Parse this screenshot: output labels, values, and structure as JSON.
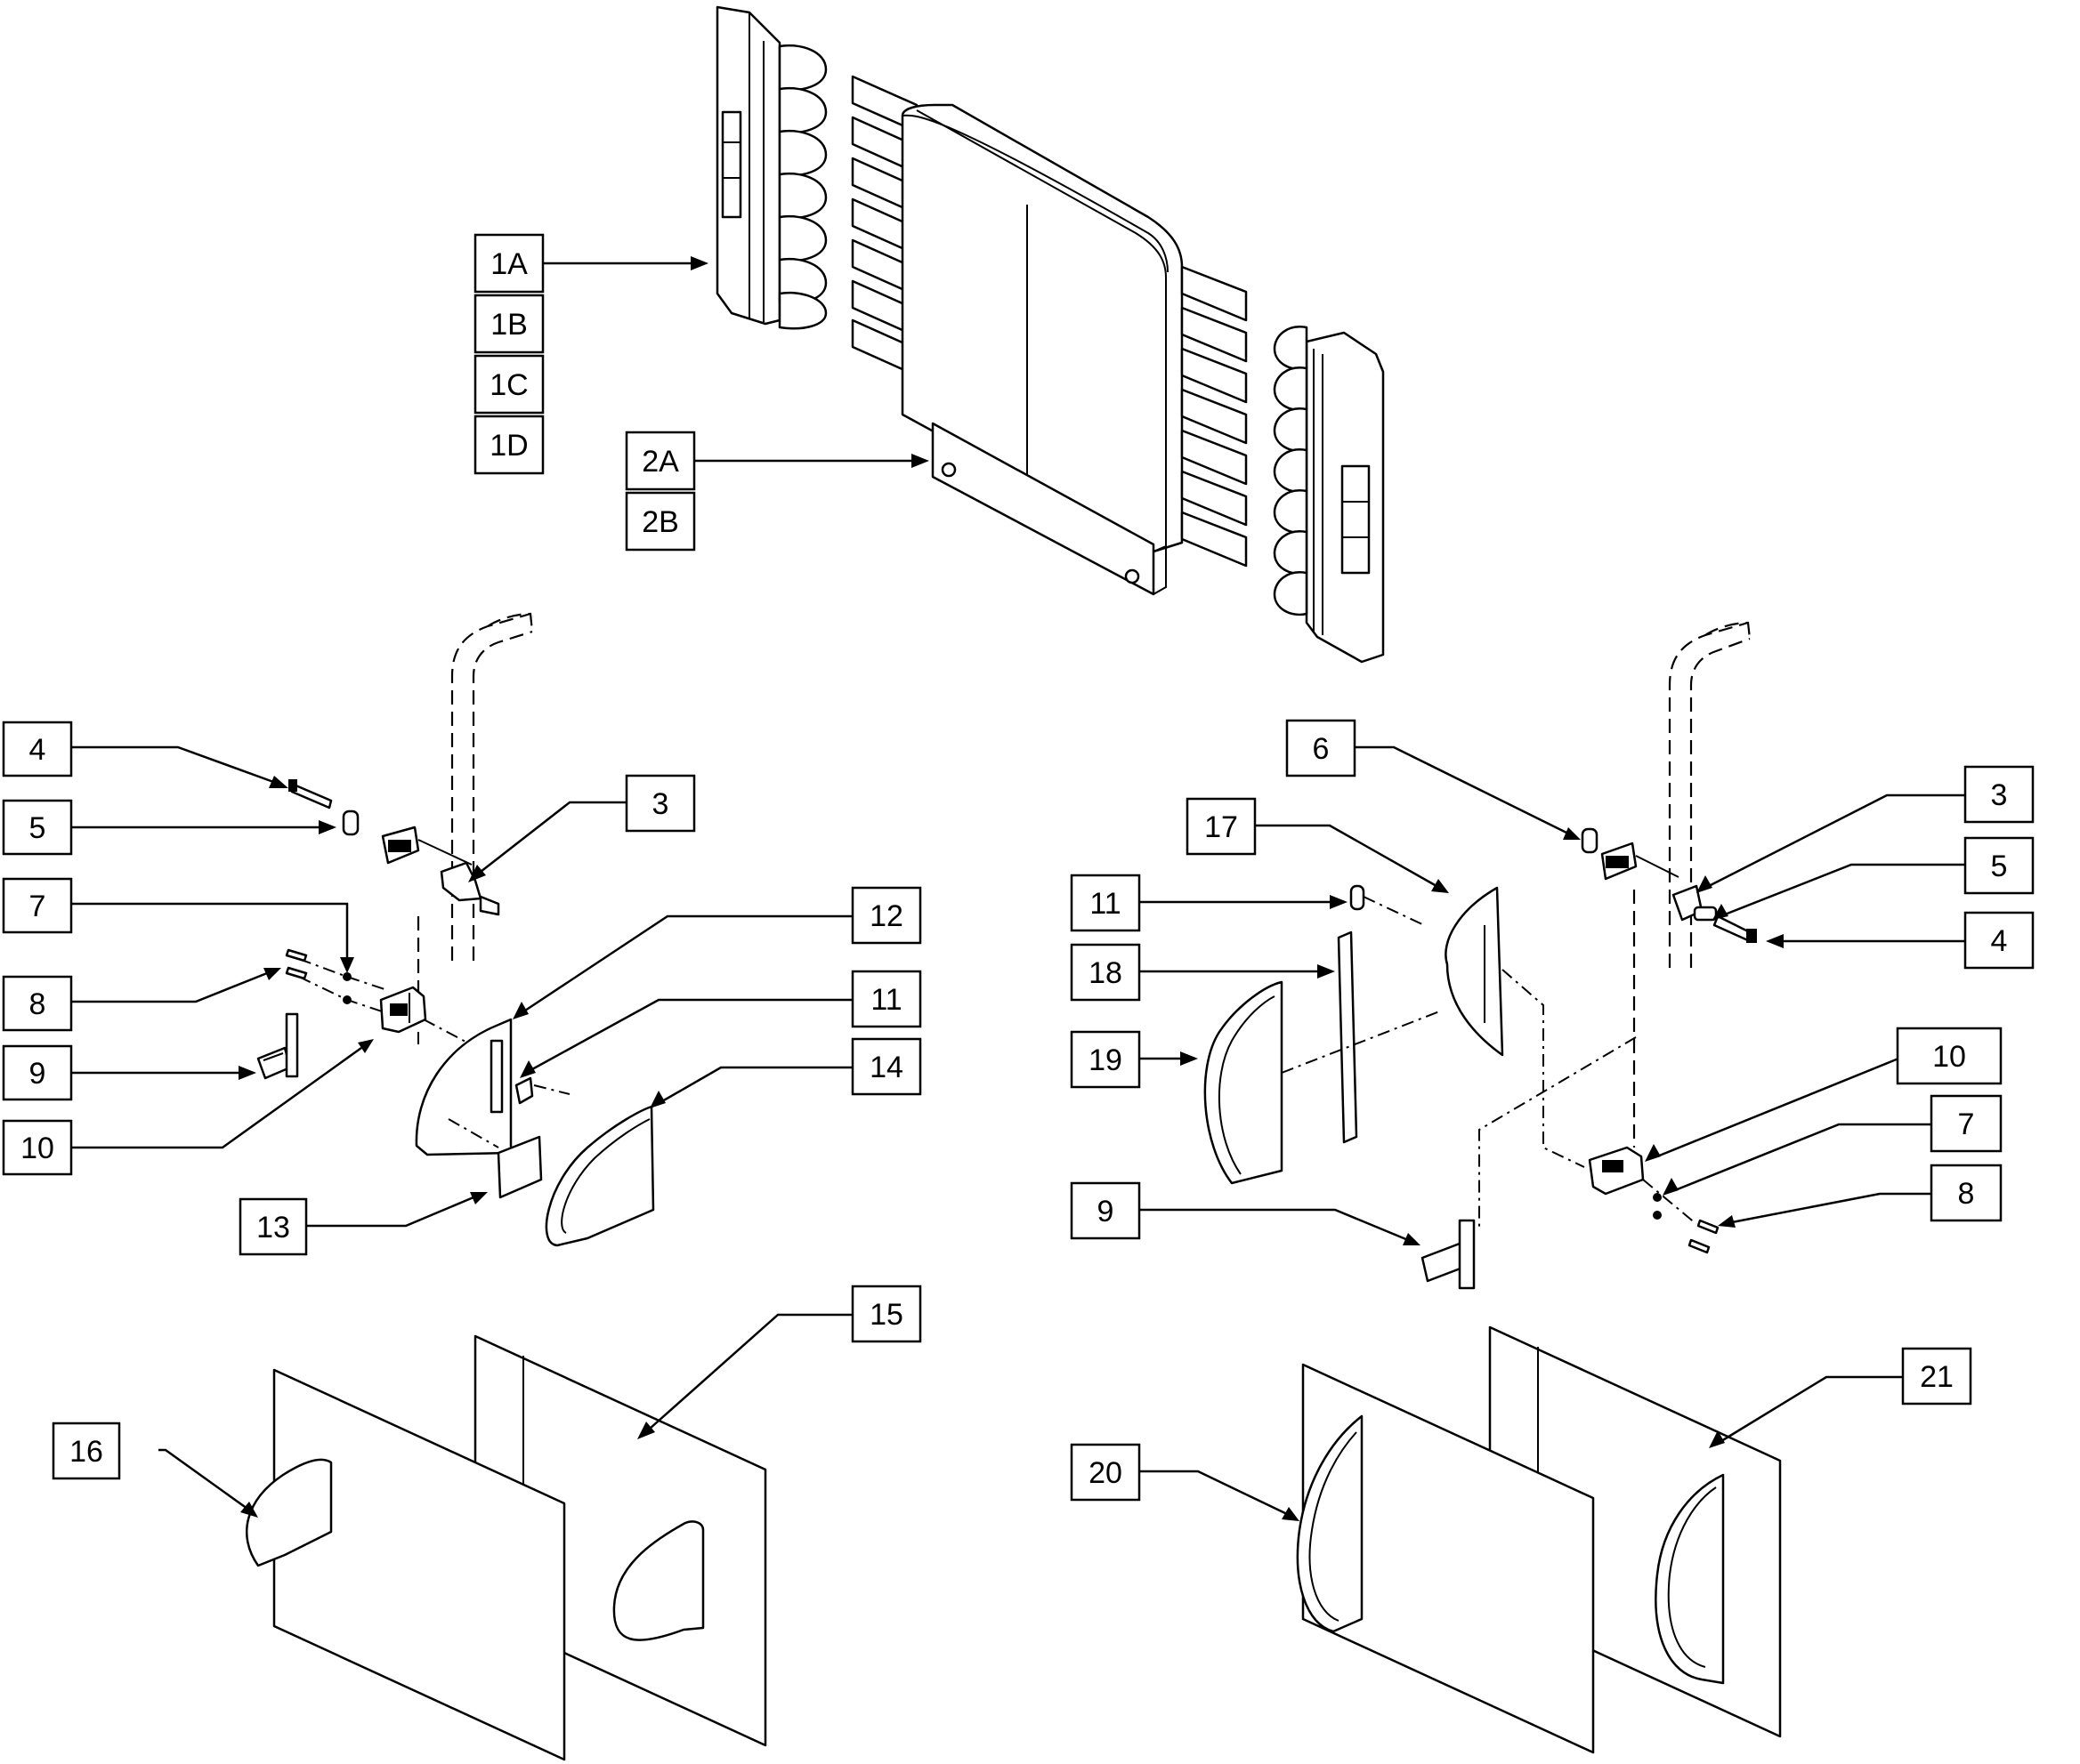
{
  "diagram": {
    "callouts": [
      {
        "id": "1A",
        "label": "1A"
      },
      {
        "id": "1B",
        "label": "1B"
      },
      {
        "id": "1C",
        "label": "1C"
      },
      {
        "id": "1D",
        "label": "1D"
      },
      {
        "id": "2A",
        "label": "2A"
      },
      {
        "id": "2B",
        "label": "2B"
      },
      {
        "id": "L4",
        "label": "4"
      },
      {
        "id": "L5",
        "label": "5"
      },
      {
        "id": "L7",
        "label": "7"
      },
      {
        "id": "L8",
        "label": "8"
      },
      {
        "id": "L9",
        "label": "9"
      },
      {
        "id": "L10",
        "label": "10"
      },
      {
        "id": "L3",
        "label": "3"
      },
      {
        "id": "L12",
        "label": "12"
      },
      {
        "id": "L11",
        "label": "11"
      },
      {
        "id": "L14",
        "label": "14"
      },
      {
        "id": "L13",
        "label": "13"
      },
      {
        "id": "L15",
        "label": "15"
      },
      {
        "id": "L16",
        "label": "16"
      },
      {
        "id": "R6",
        "label": "6"
      },
      {
        "id": "R17",
        "label": "17"
      },
      {
        "id": "R11",
        "label": "11"
      },
      {
        "id": "R18",
        "label": "18"
      },
      {
        "id": "R19",
        "label": "19"
      },
      {
        "id": "R9",
        "label": "9"
      },
      {
        "id": "R3",
        "label": "3"
      },
      {
        "id": "R5",
        "label": "5"
      },
      {
        "id": "R4",
        "label": "4"
      },
      {
        "id": "R10",
        "label": "10"
      },
      {
        "id": "R7",
        "label": "7"
      },
      {
        "id": "R8",
        "label": "8"
      },
      {
        "id": "R21",
        "label": "21"
      },
      {
        "id": "R20",
        "label": "20"
      }
    ]
  }
}
